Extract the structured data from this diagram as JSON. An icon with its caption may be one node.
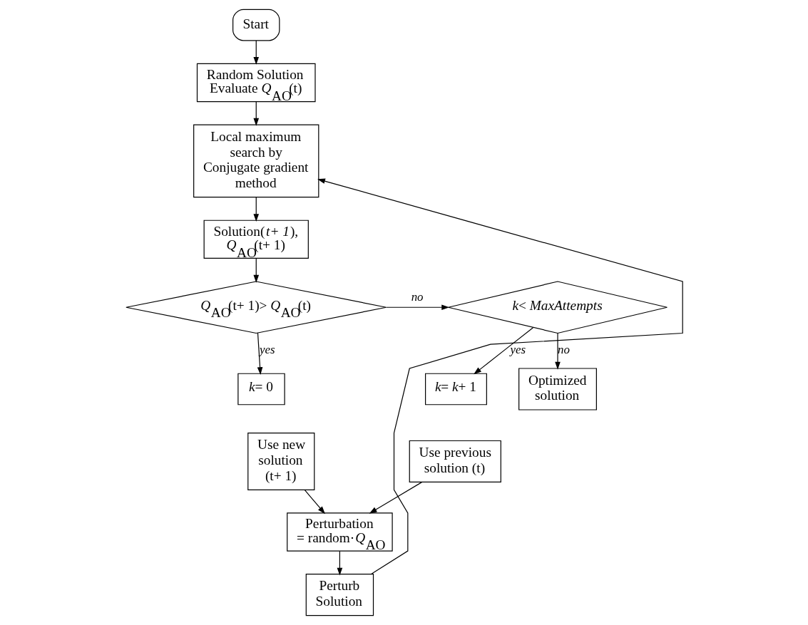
{
  "diagram": {
    "nodes": [
      {
        "text": [
          "Start"
        ]
      },
      {
        "text": [
          "Random Solution Evaluate *Q*$_{AO}$(t)"
        ]
      },
      {
        "text": [
          "Local maximum search by Conjugate gradient method"
        ]
      },
      {
        "text": [
          "Solution(*t+ 1*), *Q*$_{AO}$(t+ 1)"
        ]
      },
      {
        "text": [
          "*Q*$_{AO}$(t+ 1)> *Q*$_{AO}$(t)"
        ]
      },
      {
        "text": [
          "*k*= 0"
        ]
      },
      {
        "text": [
          "Use new solution (t+ 1)"
        ]
      },
      {
        "text": [
          "*k*< *MaxAttempts*"
        ]
      },
      {
        "text": [
          "*k*= *k*+ 1"
        ]
      },
      {
        "text": [
          "Use previous solution (t)"
        ]
      },
      {
        "text": [
          "Perturbation = random·*Q*$_{AO}$"
        ]
      },
      {
        "text": [
          "Perturb Solution"
        ]
      },
      {
        "text": [
          "Optimized solution"
        ]
      }
    ],
    "edges": [
      {
        "from": 0,
        "to": 1,
        "arrow": "to"
      },
      {
        "from": 1,
        "to": 2,
        "arrow": "to"
      },
      {
        "from": 2,
        "to": 3,
        "arrow": "to"
      },
      {
        "from": 3,
        "to": 4,
        "arrow": "to"
      },
      {
        "from": 4,
        "to": 5,
        "arrow": "to",
        "label": "yes"
      },
      {
        "from": 4,
        "to": 7,
        "arrow": "to",
        "label": "no"
      },
      {
        "from": 7,
        "to": 8,
        "arrow": "to",
        "label": "yes"
      },
      {
        "from": 6,
        "to": 10,
        "arrow": "to"
      },
      {
        "from": 9,
        "to": 10,
        "arrow": "to"
      },
      {
        "from": 10,
        "to": 11,
        "arrow": "to"
      },
      {
        "from": 11,
        "to": 2,
        "arrow": "to"
      },
      {
        "from": 7,
        "to": 12,
        "arrow": "to",
        "label": "no"
      }
    ]
  }
}
